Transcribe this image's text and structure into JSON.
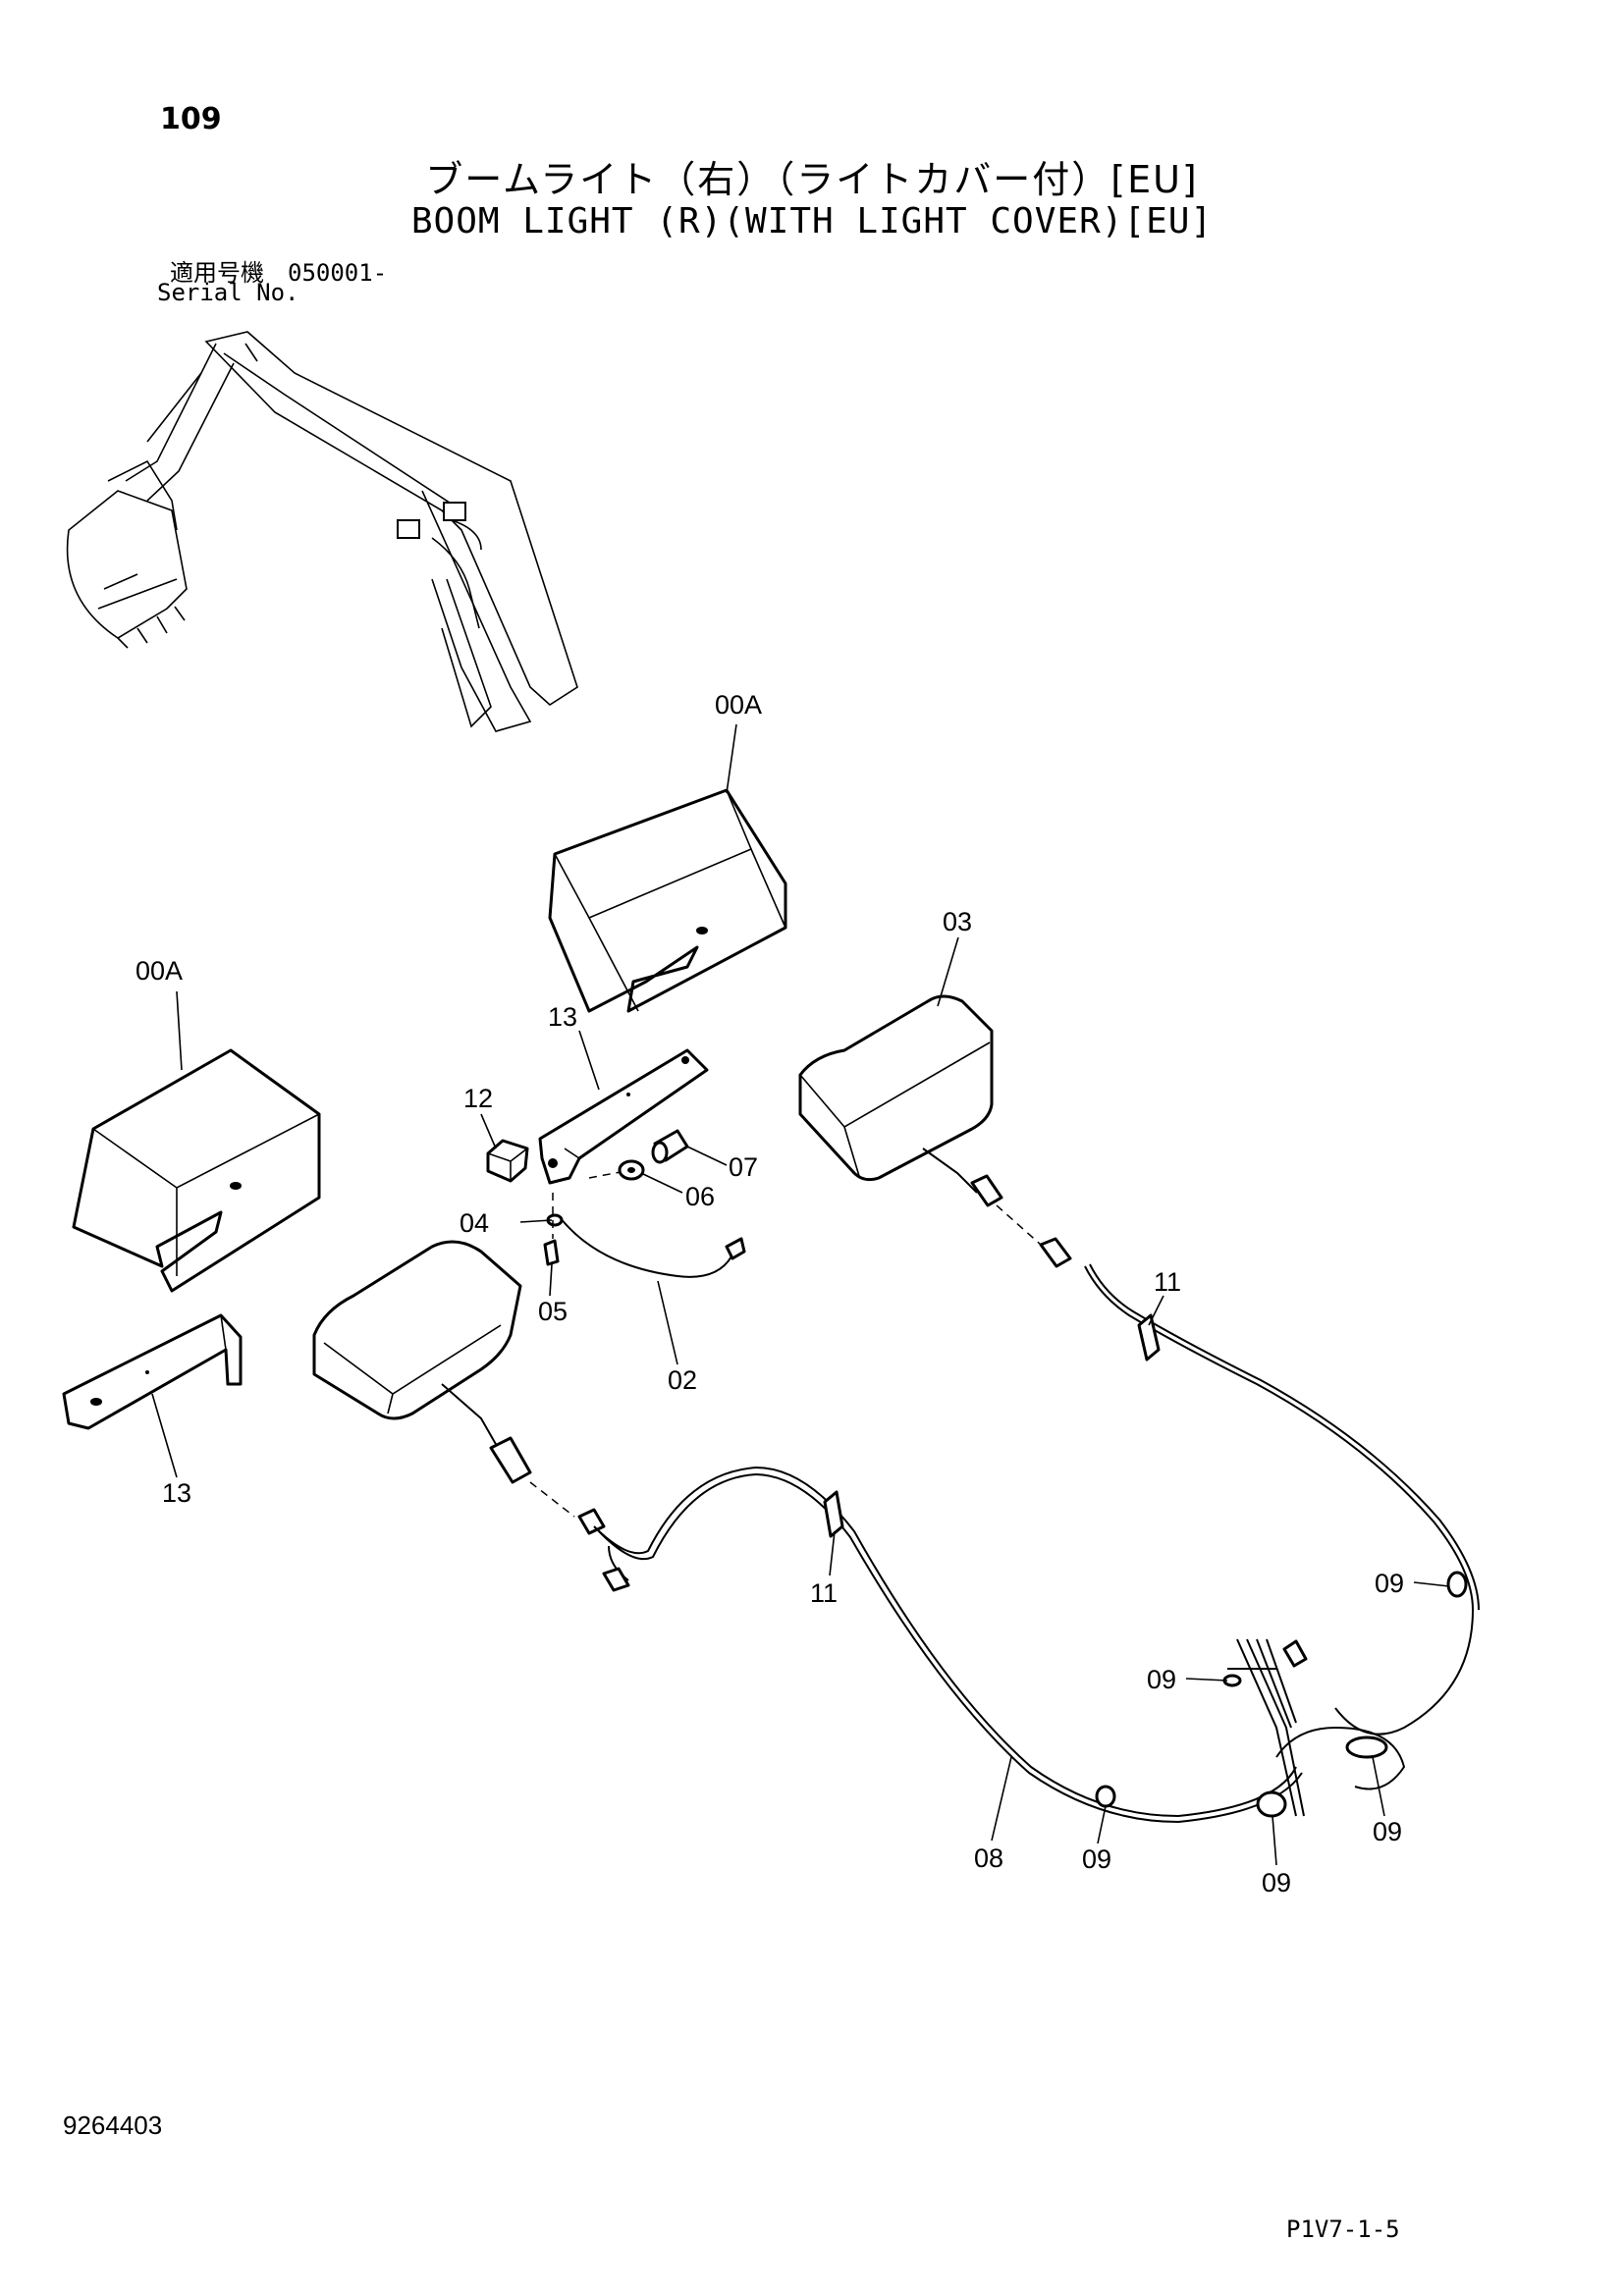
{
  "header": {
    "page_number": "109",
    "title_jp": "ブームライト（右）（ライトカバー付）[EU]",
    "title_en": "BOOM LIGHT (R)(WITH LIGHT COVER)[EU]",
    "serial_label_jp": "適用号機　050001-",
    "serial_label_en": "Serial No."
  },
  "callouts": {
    "cover_right": "00A",
    "cover_left": "00A",
    "light_right": "03",
    "bracket_upper": "13",
    "bracket_lower": "13",
    "block": "12",
    "bolt": "07",
    "washer": "06",
    "lock_washer": "04",
    "screw": "05",
    "ground_wire": "02",
    "clip_right": "11",
    "clip_left": "11",
    "harness": "08",
    "band_a": "09",
    "band_b": "09",
    "band_c": "09",
    "band_d": "09",
    "band_e": "09"
  },
  "footer": {
    "doc_number": "9264403",
    "page_ref": "P1V7-1-5"
  }
}
